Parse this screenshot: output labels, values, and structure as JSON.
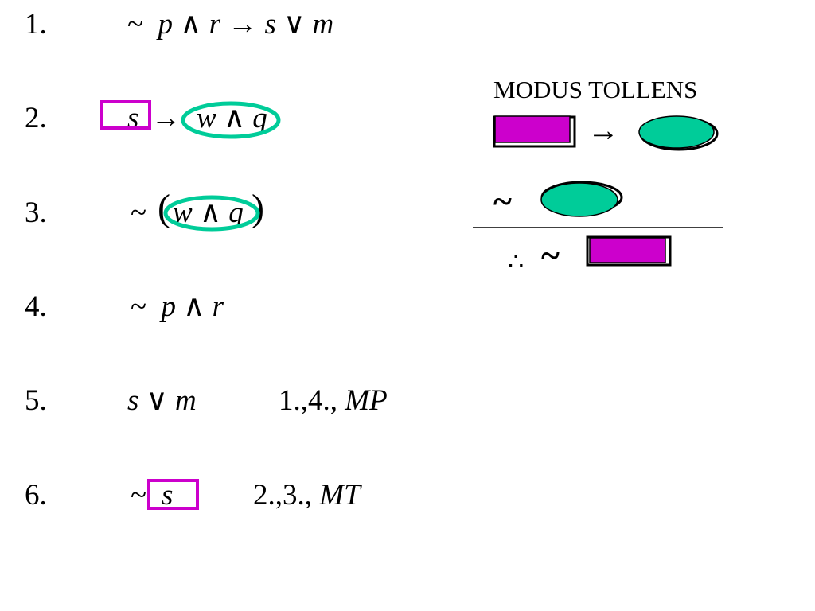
{
  "lines": [
    {
      "num": "1.",
      "parts": {
        "neg": "~",
        "p": "p",
        "and": "∧",
        "r": "r",
        "arrow": "→",
        "s": "s",
        "or": "∨",
        "m": "m"
      }
    },
    {
      "num": "2.",
      "parts": {
        "s": "s",
        "arrow": "→",
        "w": "w",
        "and": "∧",
        "q": "q"
      }
    },
    {
      "num": "3.",
      "parts": {
        "neg": "~",
        "lp": "(",
        "w": "w",
        "and": "∧",
        "q": "q",
        "rp": ")"
      }
    },
    {
      "num": "4.",
      "parts": {
        "neg": "~",
        "p": "p",
        "and": "∧",
        "r": "r"
      }
    },
    {
      "num": "5.",
      "parts": {
        "s": "s",
        "or": "∨",
        "m": "m",
        "reason": "1.,4.,",
        "rule": "MP"
      }
    },
    {
      "num": "6.",
      "parts": {
        "neg": "~",
        "s": "s",
        "reason": "2.,3.,",
        "rule": "MT"
      }
    }
  ],
  "schema": {
    "title": "MODUS TOLLENS",
    "arrow": "→",
    "neg": "~",
    "therefore": "∴"
  },
  "colors": {
    "box": "#cc00cc",
    "ellipse": "#00cc99",
    "outline": "#000000"
  }
}
